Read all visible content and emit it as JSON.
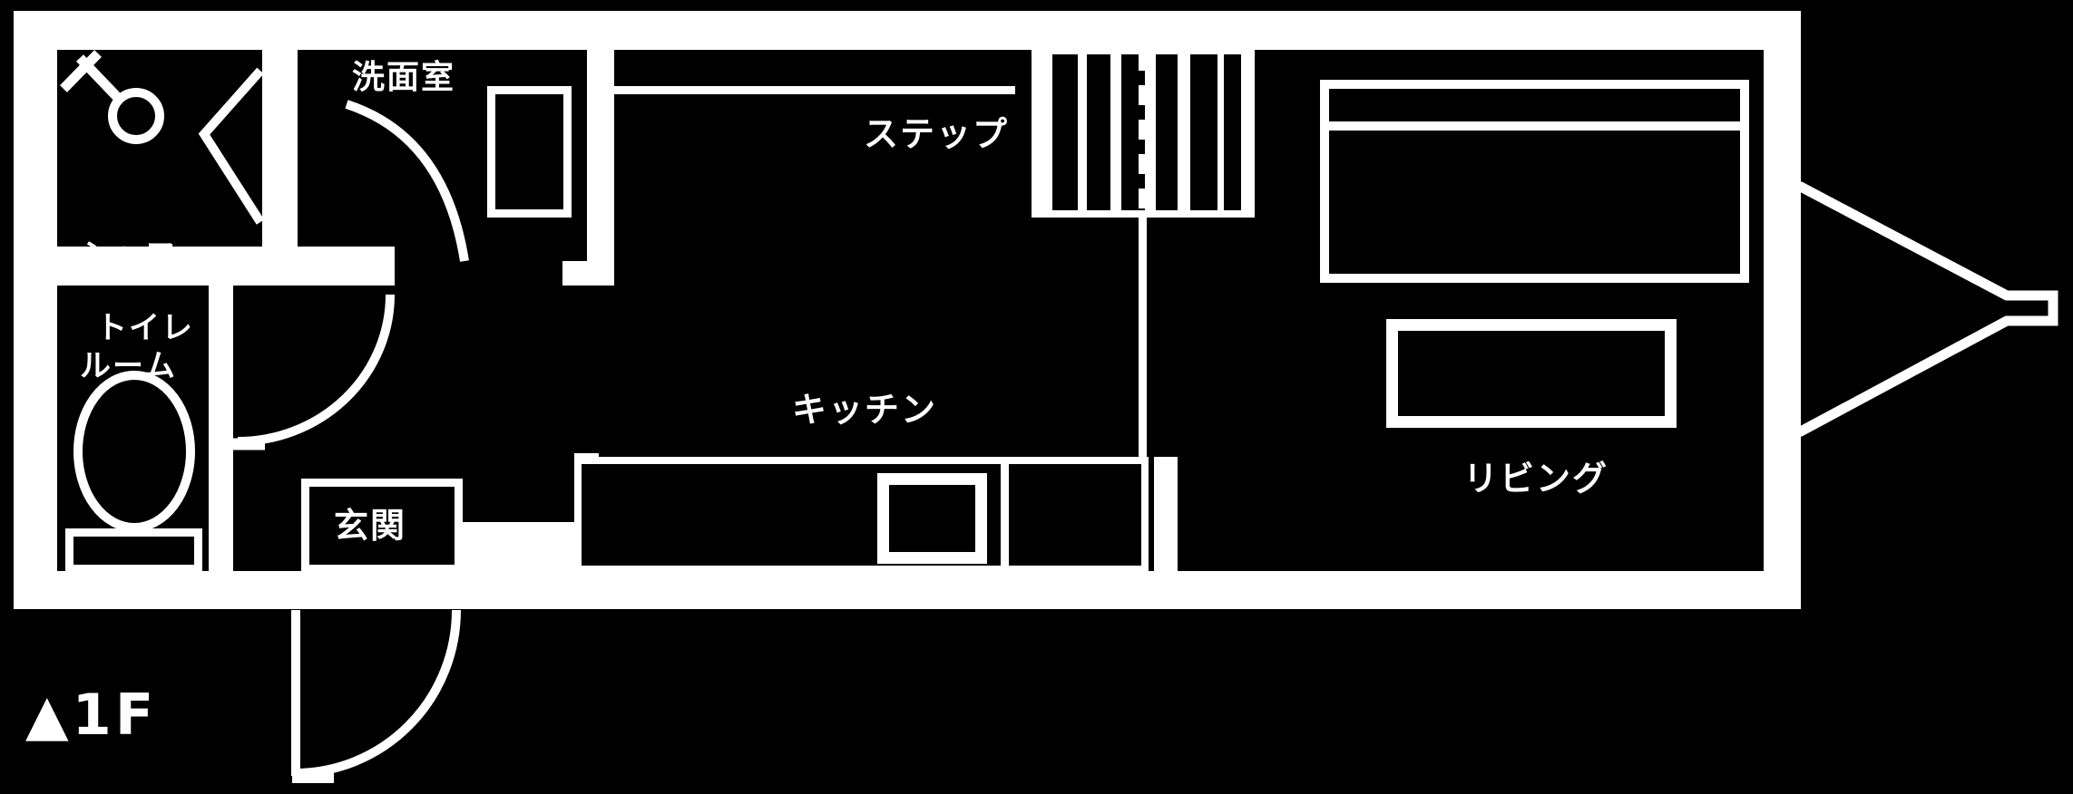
{
  "plan": {
    "floor_indicator": "▲1F",
    "rooms": {
      "shower": {
        "label_line1": "シャワー",
        "label_line2": "ルーム"
      },
      "washroom": {
        "label": "洗面室"
      },
      "toilet": {
        "label": "トイレ"
      },
      "entrance": {
        "label": "玄関"
      },
      "kitchen": {
        "label": "キッチン"
      },
      "step": {
        "label": "ステップ"
      },
      "living": {
        "label": "リビング"
      }
    },
    "colors": {
      "background": "#000000",
      "lines": "#ffffff"
    }
  }
}
